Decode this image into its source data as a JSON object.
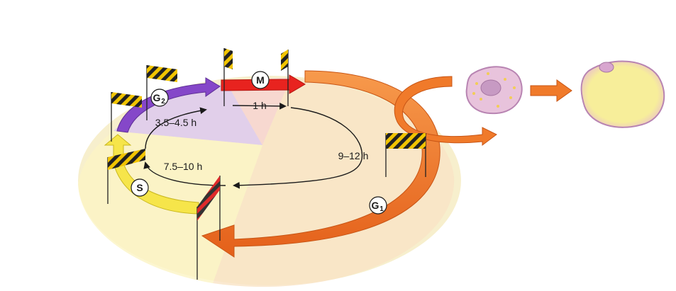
{
  "phases": {
    "m": {
      "label": "M",
      "color": "#e8231f"
    },
    "g1": {
      "label": "G",
      "subscript": "1",
      "color": "#f07a2a"
    },
    "s": {
      "label": "S",
      "color": "#f6e54a"
    },
    "g2": {
      "label": "G",
      "subscript": "2",
      "color": "#8547c9"
    }
  },
  "durations": {
    "m": "1 h",
    "g1": "9–12 h",
    "s": "7.5–10 h",
    "g2": "3.5–4.5 h"
  },
  "colors": {
    "disk_bg": "#f6eec9",
    "checkpoint_stripe": "#f1c400",
    "cell_membrane": "#b884b2",
    "cell_cytoplasm": "#e8c3dc",
    "large_cell_cytoplasm": "#f7ee9a"
  }
}
